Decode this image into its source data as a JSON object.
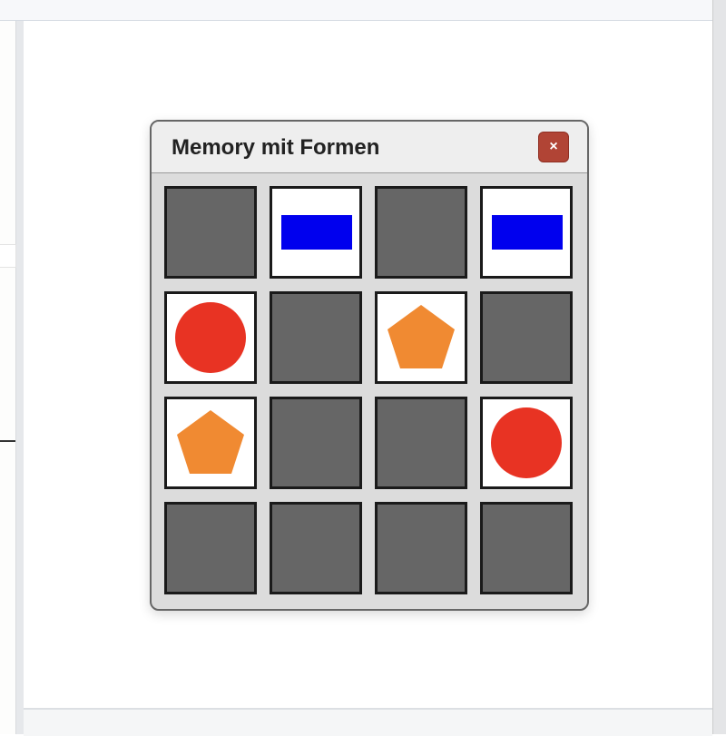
{
  "dialog": {
    "title": "Memory mit Formen",
    "close_label": "×"
  },
  "colors": {
    "rect": "#0000ee",
    "circle": "#e83323",
    "pentagon": "#f08a32",
    "hidden": "#666666"
  },
  "cards": [
    {
      "state": "hidden"
    },
    {
      "state": "revealed",
      "shape": "rectangle"
    },
    {
      "state": "hidden"
    },
    {
      "state": "revealed",
      "shape": "rectangle"
    },
    {
      "state": "revealed",
      "shape": "circle"
    },
    {
      "state": "hidden"
    },
    {
      "state": "revealed",
      "shape": "pentagon"
    },
    {
      "state": "hidden"
    },
    {
      "state": "revealed",
      "shape": "pentagon"
    },
    {
      "state": "hidden"
    },
    {
      "state": "hidden"
    },
    {
      "state": "revealed",
      "shape": "circle"
    },
    {
      "state": "hidden"
    },
    {
      "state": "hidden"
    },
    {
      "state": "hidden"
    },
    {
      "state": "hidden"
    }
  ]
}
